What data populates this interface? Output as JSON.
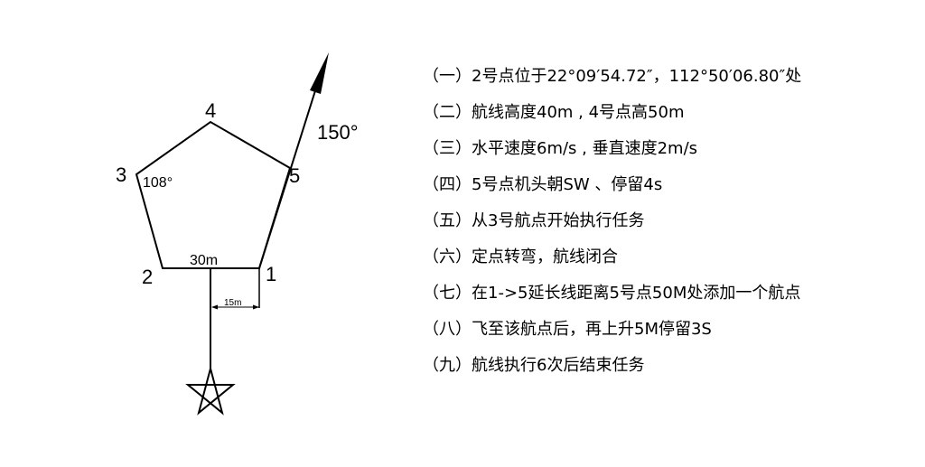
{
  "diagram": {
    "vertex_labels": {
      "v1": "1",
      "v2": "2",
      "v3": "3",
      "v4": "4",
      "v5": "5"
    },
    "heading_label": "150°",
    "angle_label": "108°",
    "side_label": "30m",
    "offset_label": "15m",
    "start_marker": "star-icon"
  },
  "steps": [
    {
      "index": "（一）",
      "text": "2号点位于22°09′54.72″，112°50′06.80″处"
    },
    {
      "index": "（二）",
      "text": "航线高度40m , 4号点高50m"
    },
    {
      "index": "（三）",
      "text": "水平速度6m/s , 垂直速度2m/s"
    },
    {
      "index": "（四）",
      "text": "5号点机头朝SW 、停留4s"
    },
    {
      "index": "（五）",
      "text": "从3号航点开始执行任务"
    },
    {
      "index": "（六）",
      "text": "定点转弯，航线闭合"
    },
    {
      "index": "（七）",
      "text": "在1->5延长线距离5号点50M处添加一个航点"
    },
    {
      "index": "（八）",
      "text": "飞至该航点后，再上升5M停留3S"
    },
    {
      "index": "（九）",
      "text": "航线执行6次后结束任务"
    }
  ]
}
